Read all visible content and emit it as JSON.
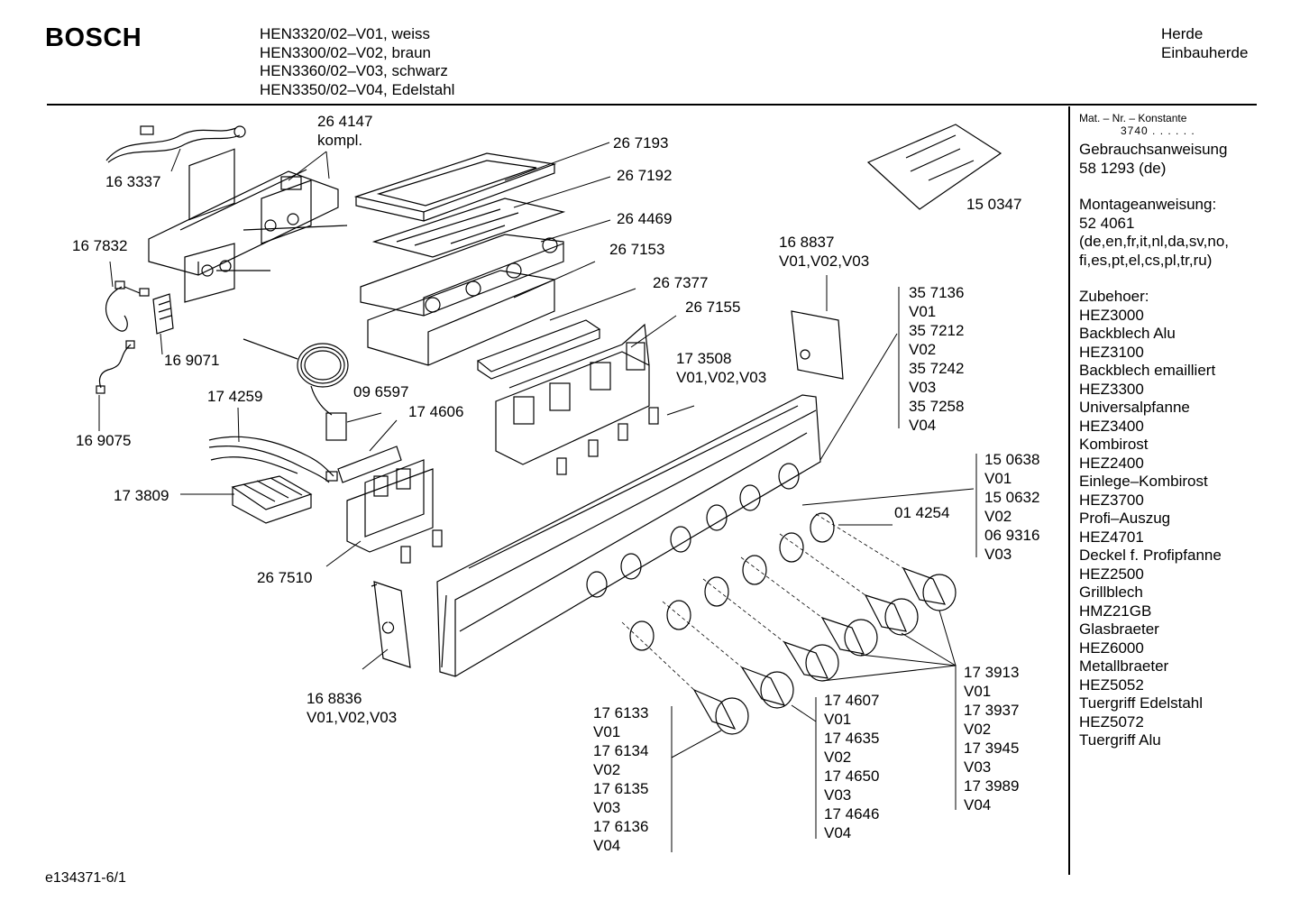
{
  "header": {
    "brand": "BOSCH",
    "models": [
      "HEN3320/02–V01, weiss",
      "HEN3300/02–V02, braun",
      "HEN3360/02–V03, schwarz",
      "HEN3350/02–V04, Edelstahl"
    ],
    "category": [
      "Herde",
      "Einbauherde"
    ]
  },
  "sidebar": {
    "konstante_label": "Mat. – Nr. – Konstante",
    "konstante_value": "3740 . . . . . .",
    "lines": [
      "Gebrauchsanweisung",
      "58 1293 (de)",
      "",
      "Montageanweisung:",
      "52 4061",
      "(de,en,fr,it,nl,da,sv,no,",
      "fi,es,pt,el,cs,pl,tr,ru)",
      "",
      "Zubehoer:",
      "HEZ3000",
      "Backblech Alu",
      "HEZ3100",
      "Backblech emailliert",
      "HEZ3300",
      "Universalpfanne",
      "HEZ3400",
      "Kombirost",
      "HEZ2400",
      "Einlege–Kombirost",
      "HEZ3700",
      "Profi–Auszug",
      "HEZ4701",
      "Deckel f. Profipfanne",
      "HEZ2500",
      "Grillblech",
      "HMZ21GB",
      "Glasbraeter",
      "HEZ6000",
      "Metallbraeter",
      "HEZ5052",
      "Tuergriff Edelstahl",
      "HEZ5072",
      "Tuergriff Alu"
    ]
  },
  "labels": {
    "p264147": [
      "26 4147",
      "kompl."
    ],
    "p163337": [
      "16 3337"
    ],
    "p167832": [
      "16 7832"
    ],
    "p169071": [
      "16 9071"
    ],
    "p169075": [
      "16 9075"
    ],
    "p174259": [
      "17 4259"
    ],
    "p096597": [
      "09 6597"
    ],
    "p174606": [
      "17 4606"
    ],
    "p173809": [
      "17 3809"
    ],
    "p267510": [
      "26 7510"
    ],
    "p168836": [
      "16 8836",
      "V01,V02,V03"
    ],
    "p267193": [
      "26 7193"
    ],
    "p267192": [
      "26 7192"
    ],
    "p264469": [
      "26 4469"
    ],
    "p267153": [
      "26 7153"
    ],
    "p267377": [
      "26 7377"
    ],
    "p267155": [
      "26 7155"
    ],
    "p173508": [
      "17 3508",
      "V01,V02,V03"
    ],
    "p150347": [
      "15 0347"
    ],
    "p168837": [
      "16 8837",
      "V01,V02,V03"
    ],
    "p357136": [
      "35 7136",
      "V01",
      "35 7212",
      "V02",
      "35 7242",
      "V03",
      "35 7258",
      "V04"
    ],
    "p150638": [
      "15 0638",
      "V01",
      "15 0632",
      "V02",
      "06 9316",
      "V03"
    ],
    "p014254": [
      "01 4254"
    ],
    "p173913": [
      "17 3913",
      "V01",
      "17 3937",
      "V02",
      "17 3945",
      "V03",
      "17 3989",
      "V04"
    ],
    "p174607": [
      "17 4607",
      "V01",
      "17 4635",
      "V02",
      "17 4650",
      "V03",
      "17 4646",
      "V04"
    ],
    "p176133": [
      "17 6133",
      "V01",
      "17 6134",
      "V02",
      "17 6135",
      "V03",
      "17 6136",
      "V04"
    ]
  },
  "footer": {
    "doc_id": "e134371-6/1"
  }
}
